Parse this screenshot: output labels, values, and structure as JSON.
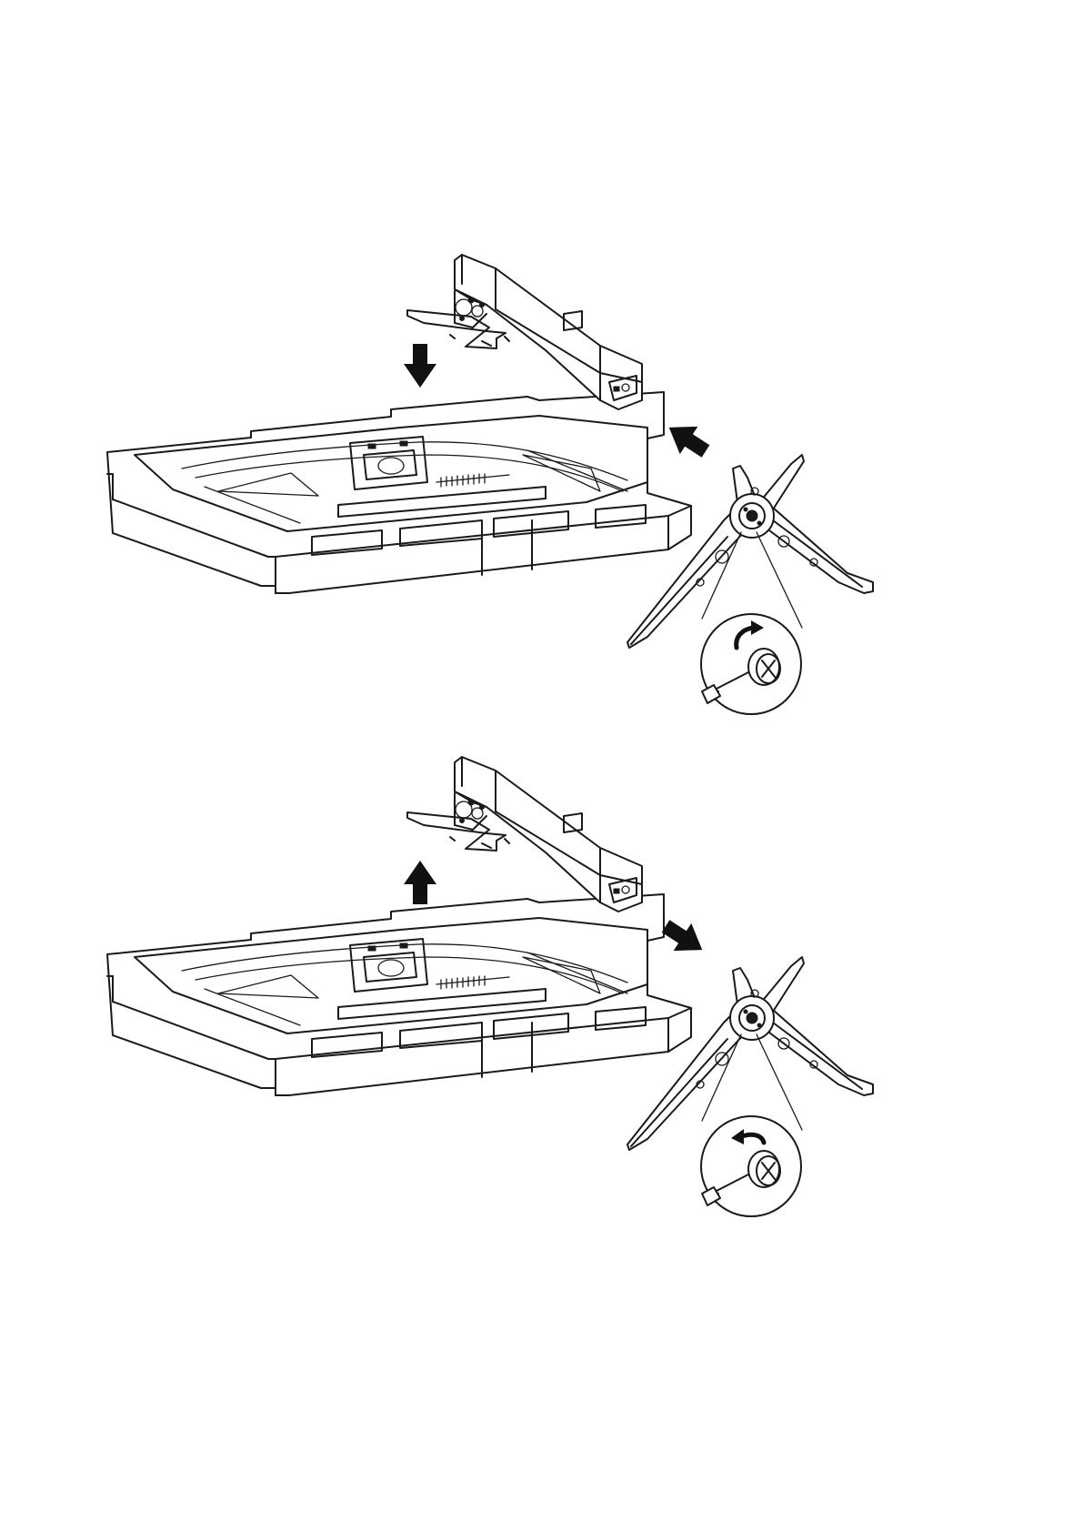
{
  "figure": {
    "panels": [
      {
        "step": "attach",
        "base_arrow": "down",
        "stand_arrow": "toward-monitor",
        "screw_rotation": "clockwise"
      },
      {
        "step": "detach",
        "base_arrow": "up",
        "stand_arrow": "away-from-monitor",
        "screw_rotation": "counterclockwise"
      }
    ],
    "icons": [
      "monitor-icon",
      "stand-arm-icon",
      "stand-base-icon",
      "screwdriver-icon",
      "screw-icon",
      "arrow-icon",
      "rotation-arrow-icon"
    ],
    "colors": {
      "line": "#1a1a1a",
      "background": "#ffffff"
    }
  }
}
